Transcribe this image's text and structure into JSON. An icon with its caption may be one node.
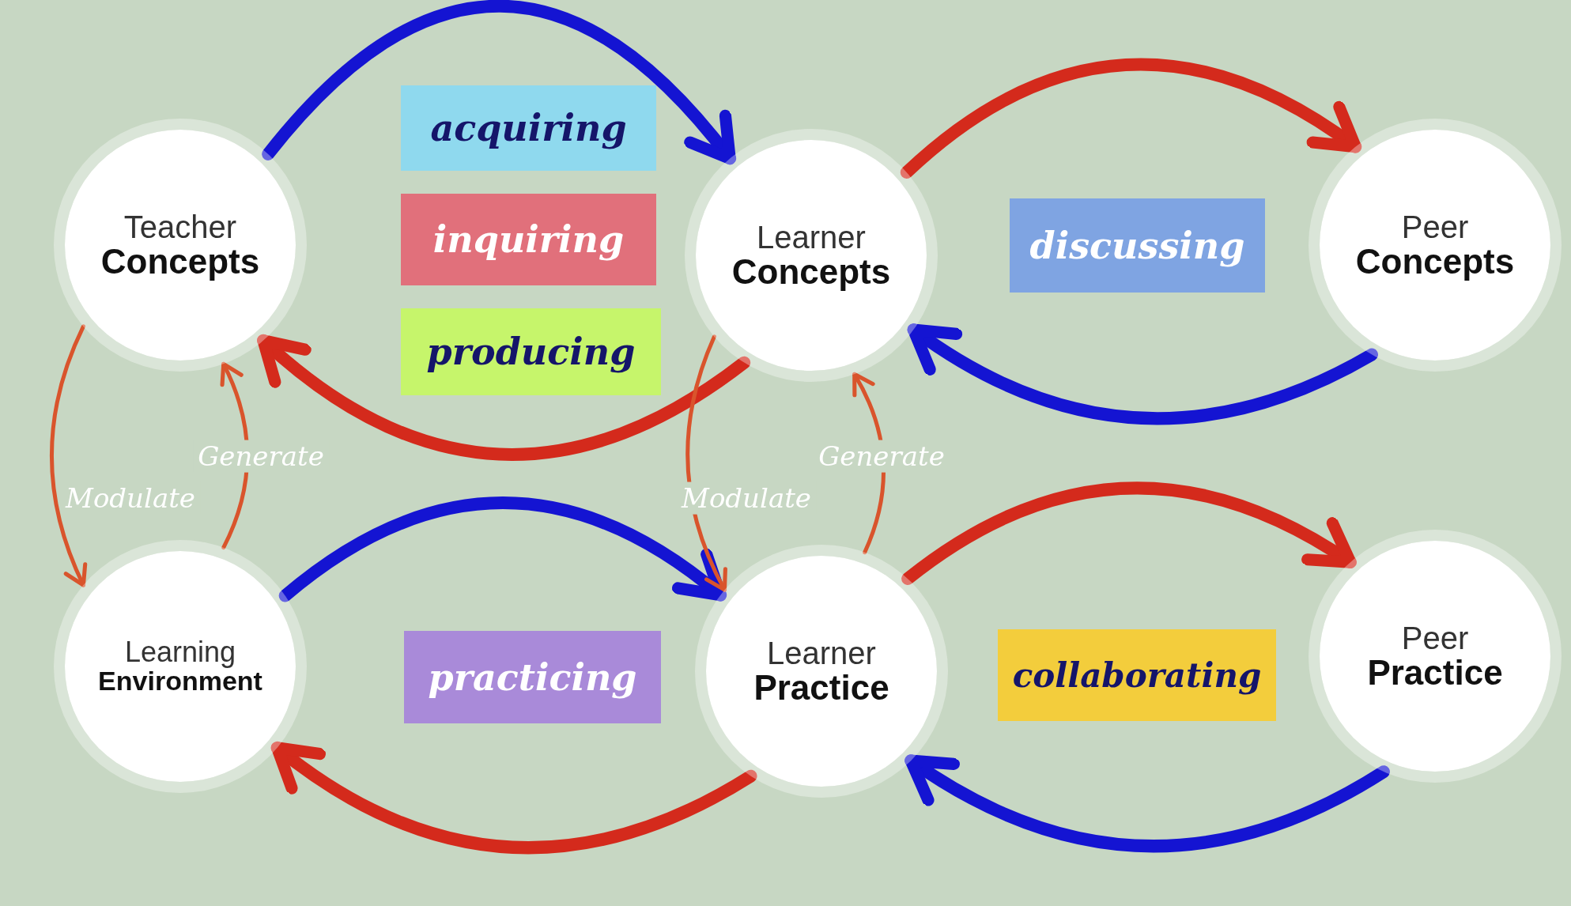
{
  "diagram": {
    "nodes": [
      {
        "text": [
          "Teacher",
          "Concepts"
        ]
      },
      {
        "text": [
          "acquiring"
        ]
      },
      {
        "text": [
          "Learner",
          "Concepts"
        ]
      },
      {
        "text": [
          "discussing"
        ]
      },
      {
        "text": [
          "Peer",
          "Concepts"
        ]
      },
      {
        "text": [
          "inquiring"
        ]
      },
      {
        "text": [
          "producing"
        ]
      },
      {
        "text": [
          "Learning",
          "Environment"
        ]
      },
      {
        "text": [
          "practicing"
        ]
      },
      {
        "text": [
          "Learner",
          "Practice"
        ]
      },
      {
        "text": [
          "collaborating"
        ]
      },
      {
        "text": [
          "Peer",
          "Practice"
        ]
      }
    ],
    "edges": [
      {
        "from": 0,
        "to": 2,
        "arrow": "to",
        "color": "#1414d2"
      },
      {
        "from": 2,
        "to": 0,
        "arrow": "to",
        "color": "#d42a1c"
      },
      {
        "from": 2,
        "to": 4,
        "arrow": "to",
        "color": "#d42a1c"
      },
      {
        "from": 4,
        "to": 2,
        "arrow": "to",
        "color": "#1414d2"
      },
      {
        "from": 7,
        "to": 9,
        "arrow": "to",
        "color": "#1414d2"
      },
      {
        "from": 9,
        "to": 7,
        "arrow": "to",
        "color": "#d42a1c"
      },
      {
        "from": 9,
        "to": 11,
        "arrow": "to",
        "color": "#d42a1c"
      },
      {
        "from": 11,
        "to": 9,
        "arrow": "to",
        "color": "#1414d2"
      },
      {
        "from": 0,
        "to": 7,
        "arrow": "to",
        "label": "Modulate",
        "color": "#d9542c"
      },
      {
        "from": 7,
        "to": 0,
        "arrow": "to",
        "label": "Generate",
        "color": "#d9542c"
      },
      {
        "from": 2,
        "to": 9,
        "arrow": "to",
        "label": "Modulate",
        "color": "#d9542c"
      },
      {
        "from": 9,
        "to": 2,
        "arrow": "to",
        "label": "Generate",
        "color": "#d9542c"
      }
    ]
  }
}
